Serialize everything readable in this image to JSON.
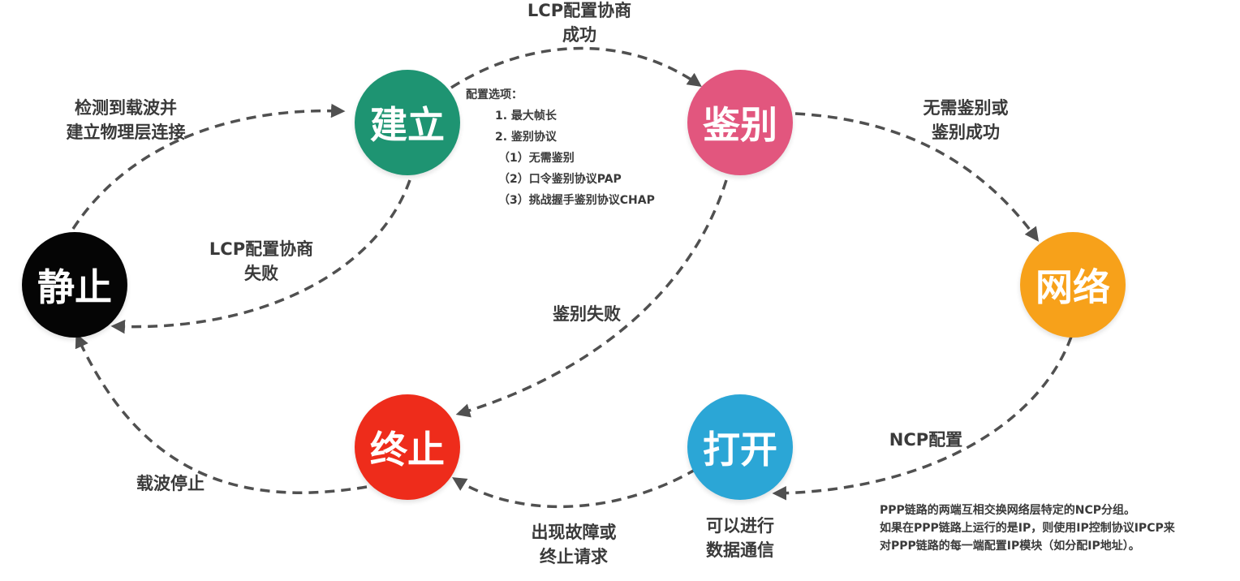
{
  "nodes": {
    "establish": {
      "label": "建立",
      "color": "#1e9472"
    },
    "authenticate": {
      "label": "鉴别",
      "color": "#e2567e"
    },
    "network": {
      "label": "网络",
      "color": "#f7a11a"
    },
    "open": {
      "label": "打开",
      "color": "#2ba6d6"
    },
    "terminate": {
      "label": "终止",
      "color": "#ee2c1b"
    },
    "dead": {
      "label": "静止",
      "color": "#050505"
    }
  },
  "edges": {
    "dead_to_establish": [
      "检测到载波并",
      "建立物理层连接"
    ],
    "establish_to_auth": [
      "LCP配置协商",
      "成功"
    ],
    "establish_to_dead": [
      "LCP配置协商",
      "失败"
    ],
    "auth_to_network": [
      "无需鉴别或",
      "鉴别成功"
    ],
    "auth_to_terminate": "鉴别失败",
    "network_to_open": "NCP配置",
    "open_to_terminate": [
      "出现故障或",
      "终止请求"
    ],
    "terminate_to_dead": "载波停止",
    "open_state": [
      "可以进行",
      "数据通信"
    ]
  },
  "config_options": {
    "title": "配置选项：",
    "items": [
      "1. 最大帧长",
      "2. 鉴别协议"
    ],
    "sub_items": [
      "（1）无需鉴别",
      "（2）口令鉴别协议PAP",
      "（3）挑战握手鉴别协议CHAP"
    ]
  },
  "ncp_note": [
    "PPP链路的两端互相交换网络层特定的NCP分组。",
    "如果在PPP链路上运行的是IP，则使用IP控制协议IPCP来",
    "对PPP链路的每一端配置IP模块（如分配IP地址）。"
  ],
  "style": {
    "edge_color": "#505050"
  }
}
